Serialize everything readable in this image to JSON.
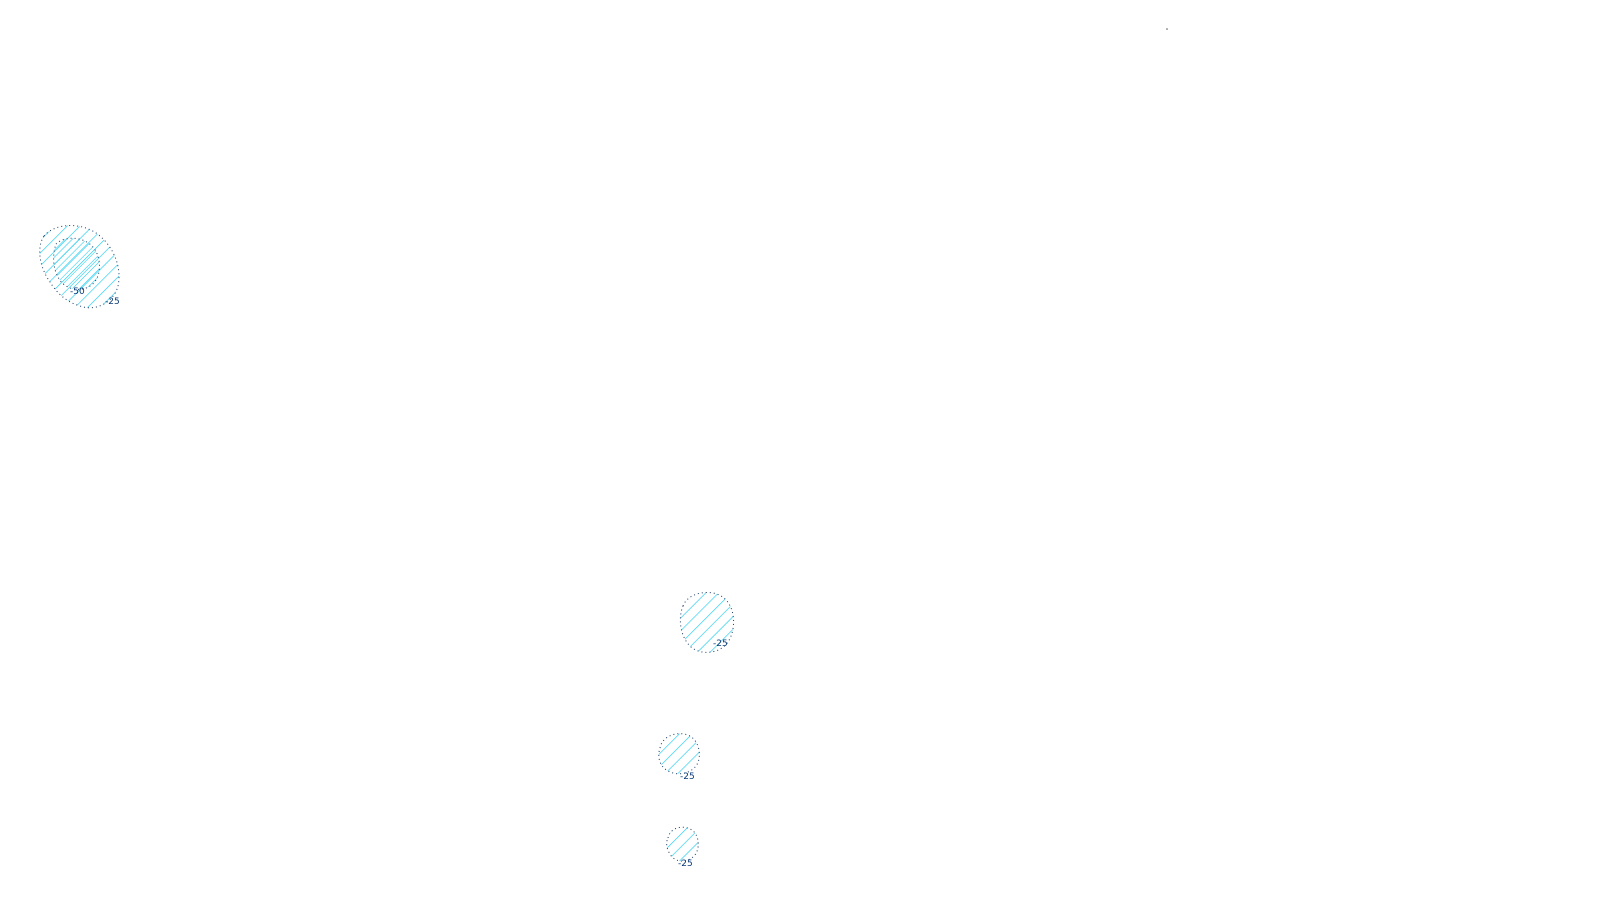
{
  "map": {
    "colors": {
      "hatch": "#22ccee",
      "outline": "#1a3a66",
      "label": "#0b3a78",
      "background": "#ffffff"
    },
    "features": [
      {
        "id": "cell-west-outer",
        "label": "-25"
      },
      {
        "id": "cell-west-inner",
        "label": "-50"
      },
      {
        "id": "cell-center",
        "label": "-25"
      },
      {
        "id": "cell-south-1",
        "label": "-25"
      },
      {
        "id": "cell-south-2",
        "label": "-25"
      }
    ]
  }
}
